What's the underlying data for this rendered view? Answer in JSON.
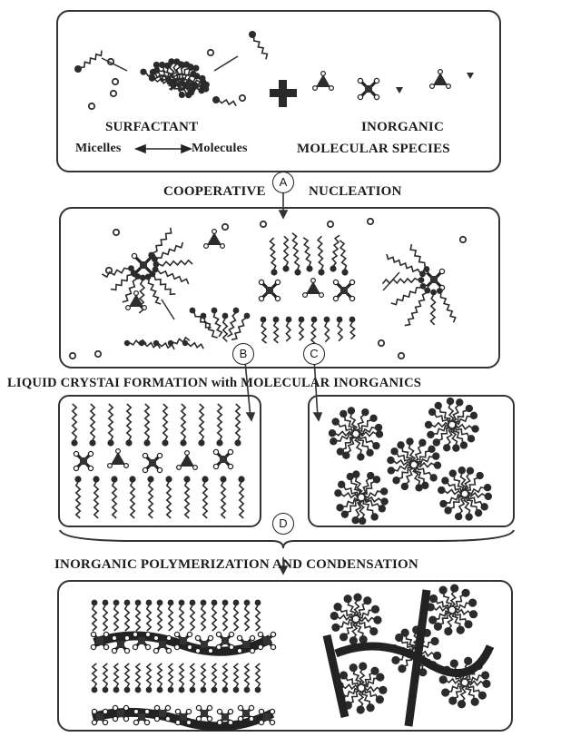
{
  "panel1": {
    "surfactant_label": "SURFACTANT",
    "micelles_label": "Micelles",
    "molecules_label": "Molecules",
    "inorganic_line1": "INORGANIC",
    "inorganic_line2": "MOLECULAR SPECIES"
  },
  "step_a": {
    "marker": "A",
    "left_text": "COOPERATIVE",
    "right_text": "NUCLEATION"
  },
  "marker_b": "B",
  "marker_c": "C",
  "liquid_crystal_label": "LIQUID CRYSTAI FORMATION with MOLECULAR INORGANICS",
  "step_d": {
    "marker": "D",
    "label": "INORGANIC POLYMERIZATION AND CONDENSATION"
  }
}
